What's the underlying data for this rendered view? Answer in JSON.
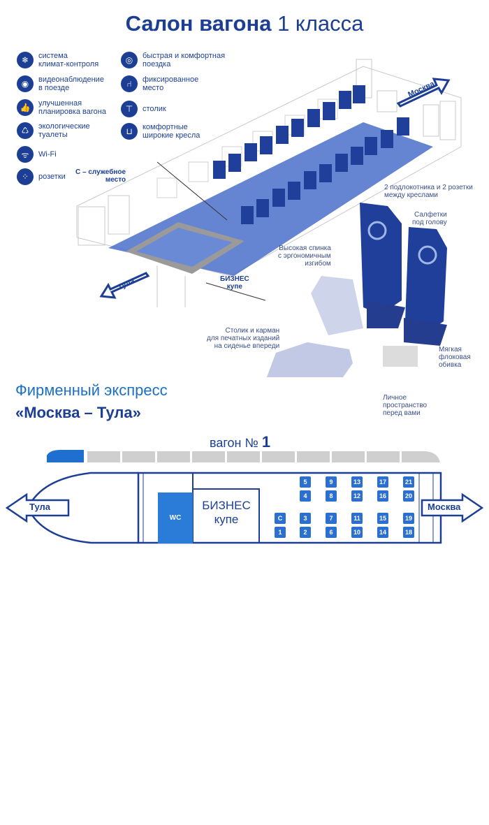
{
  "header": {
    "title_bold": "Салон вагона",
    "title_light": "1 класса"
  },
  "legend": [
    {
      "icon": "snowflake-icon",
      "label": "система\nклимат-контроля"
    },
    {
      "icon": "camera-icon",
      "label": "видеонаблюдение\nв поезде"
    },
    {
      "icon": "thumbs-up-icon",
      "label": "улучшенная\nпланировка вагона"
    },
    {
      "icon": "eco-icon",
      "label": "экологические\nтуалеты"
    },
    {
      "icon": "wifi-icon",
      "label": "Wi-Fi"
    },
    {
      "icon": "socket-icon",
      "label": "розетки"
    },
    {
      "icon": "speed-icon",
      "label": "быстрая и комфортная\nпоездка"
    },
    {
      "icon": "seat-icon",
      "label": "фиксированное\nместо"
    },
    {
      "icon": "table-icon",
      "label": "столик"
    },
    {
      "icon": "armchair-icon",
      "label": "комфортные\nширокие кресла"
    }
  ],
  "diagram_labels": {
    "service_seat": "С – служебное\nместо",
    "business": "БИЗНЕС\nкупе",
    "arrow_moscow": "Москва",
    "arrow_tula": "Тула"
  },
  "seat_callouts": {
    "armrests": "2 подлокотника и 2 розетки\nмежду креслами",
    "napkins": "Салфетки\nпод голову",
    "high_back": "Высокая спинка\nс эргономичным\nизгибом",
    "table_pocket": "Столик и карман\nдля печатных изданий\nна сиденье впереди",
    "upholstery": "Мягкая\nфлоковая\nобивка",
    "space": "Личное\nпространство\nперед вами"
  },
  "express": {
    "title": "Фирменный экспресс",
    "route": "«Москва – Тула»"
  },
  "plan": {
    "car_label": "вагон №",
    "car_number": "1",
    "wc": "WC",
    "business_line1": "БИЗНЕС",
    "business_line2": "купе",
    "left_arrow": "Тула",
    "right_arrow": "Москва",
    "seats_top": [
      "5",
      "9",
      "13",
      "17",
      "21",
      "4",
      "8",
      "12",
      "16",
      "20"
    ],
    "seats_bottom": [
      "3",
      "7",
      "11",
      "15",
      "19",
      "2",
      "6",
      "10",
      "14",
      "18"
    ],
    "seat_service": "С",
    "seat_first": "1"
  },
  "colors": {
    "navy": "#1c3f95",
    "blue": "#2b6fd1",
    "floor": "#4a6fc9",
    "grey": "#bdbdbd"
  }
}
